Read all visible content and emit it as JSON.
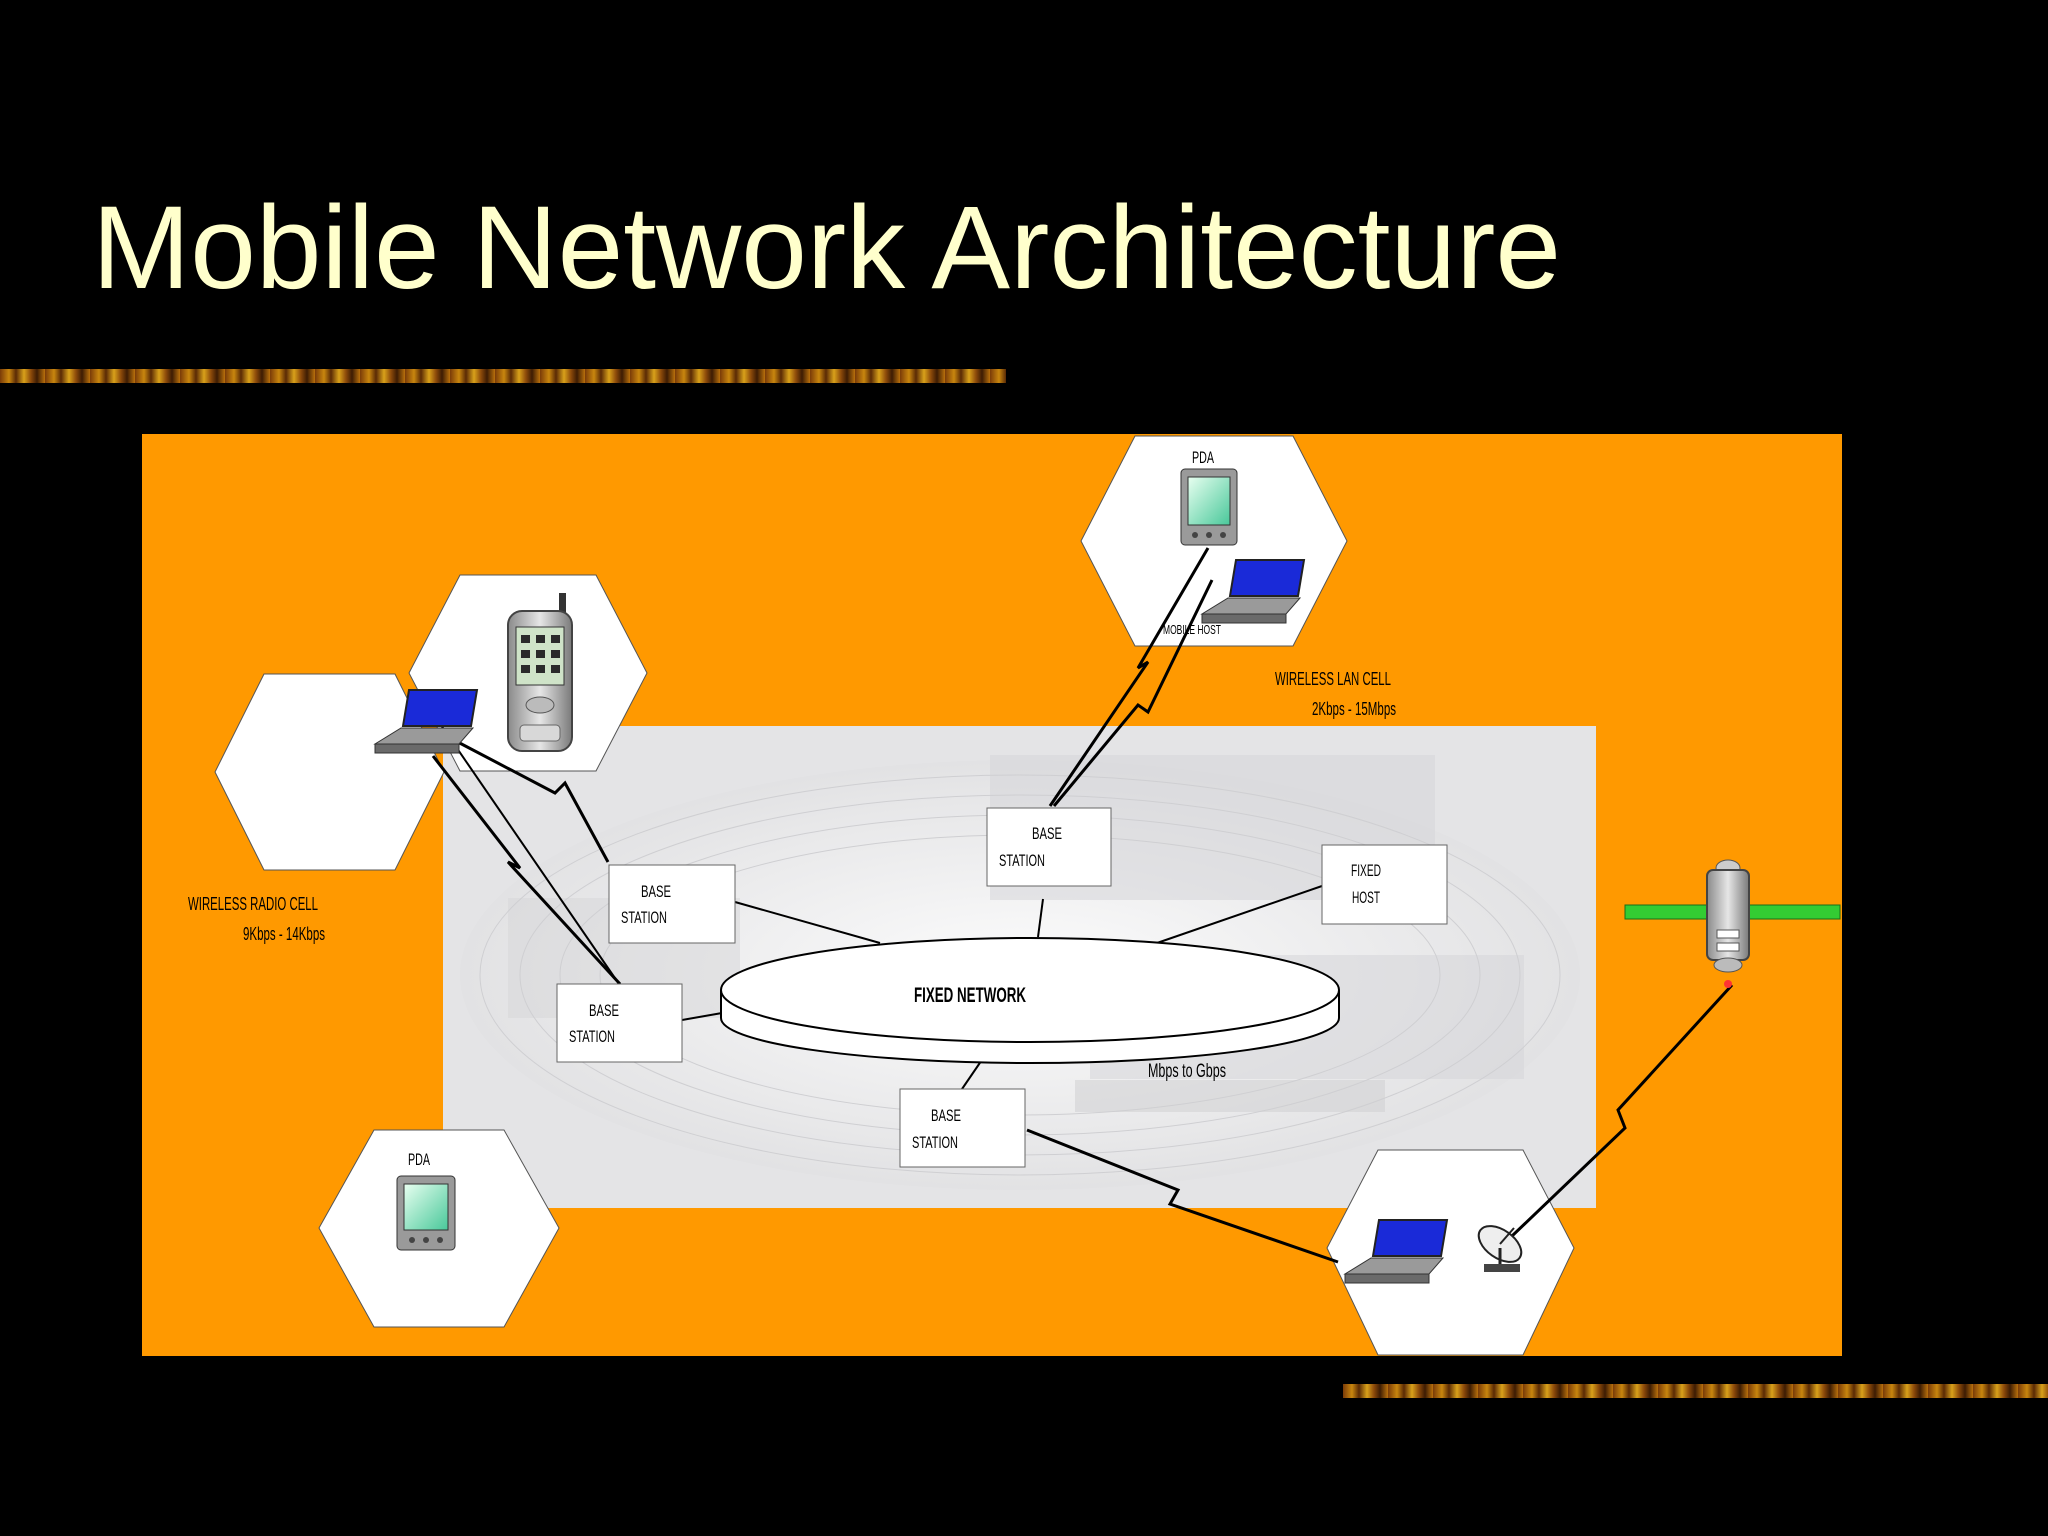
{
  "slide": {
    "title": "Mobile Network Architecture"
  },
  "diagram": {
    "colors": {
      "background": "#000000",
      "title": "#ffffcc",
      "panel": "#ff9900",
      "network_region": "#e8e8ea",
      "stripe": "#b9700c"
    },
    "fixed_network_label": "FIXED NETWORK",
    "base_station_line1": "BASE",
    "base_station_line2": "STATION",
    "fixed_host_line1": "FIXED",
    "fixed_host_line2": "HOST",
    "pda_label_top": "PDA",
    "pda_label_bottom": "PDA",
    "mobile_host_label": "MOBILE HOST",
    "wireless_lan_cell": "WIRELESS LAN CELL",
    "wireless_lan_rate": "2Kbps - 15Mbps",
    "wireless_radio_cell": "WIRELESS RADIO CELL",
    "wireless_radio_rate": "9Kbps - 14Kbps",
    "backbone_rate": "Mbps to Gbps",
    "icons": [
      "laptop-icon",
      "cell-phone-icon",
      "pda-icon",
      "satellite-icon",
      "satellite-dish-icon"
    ]
  }
}
